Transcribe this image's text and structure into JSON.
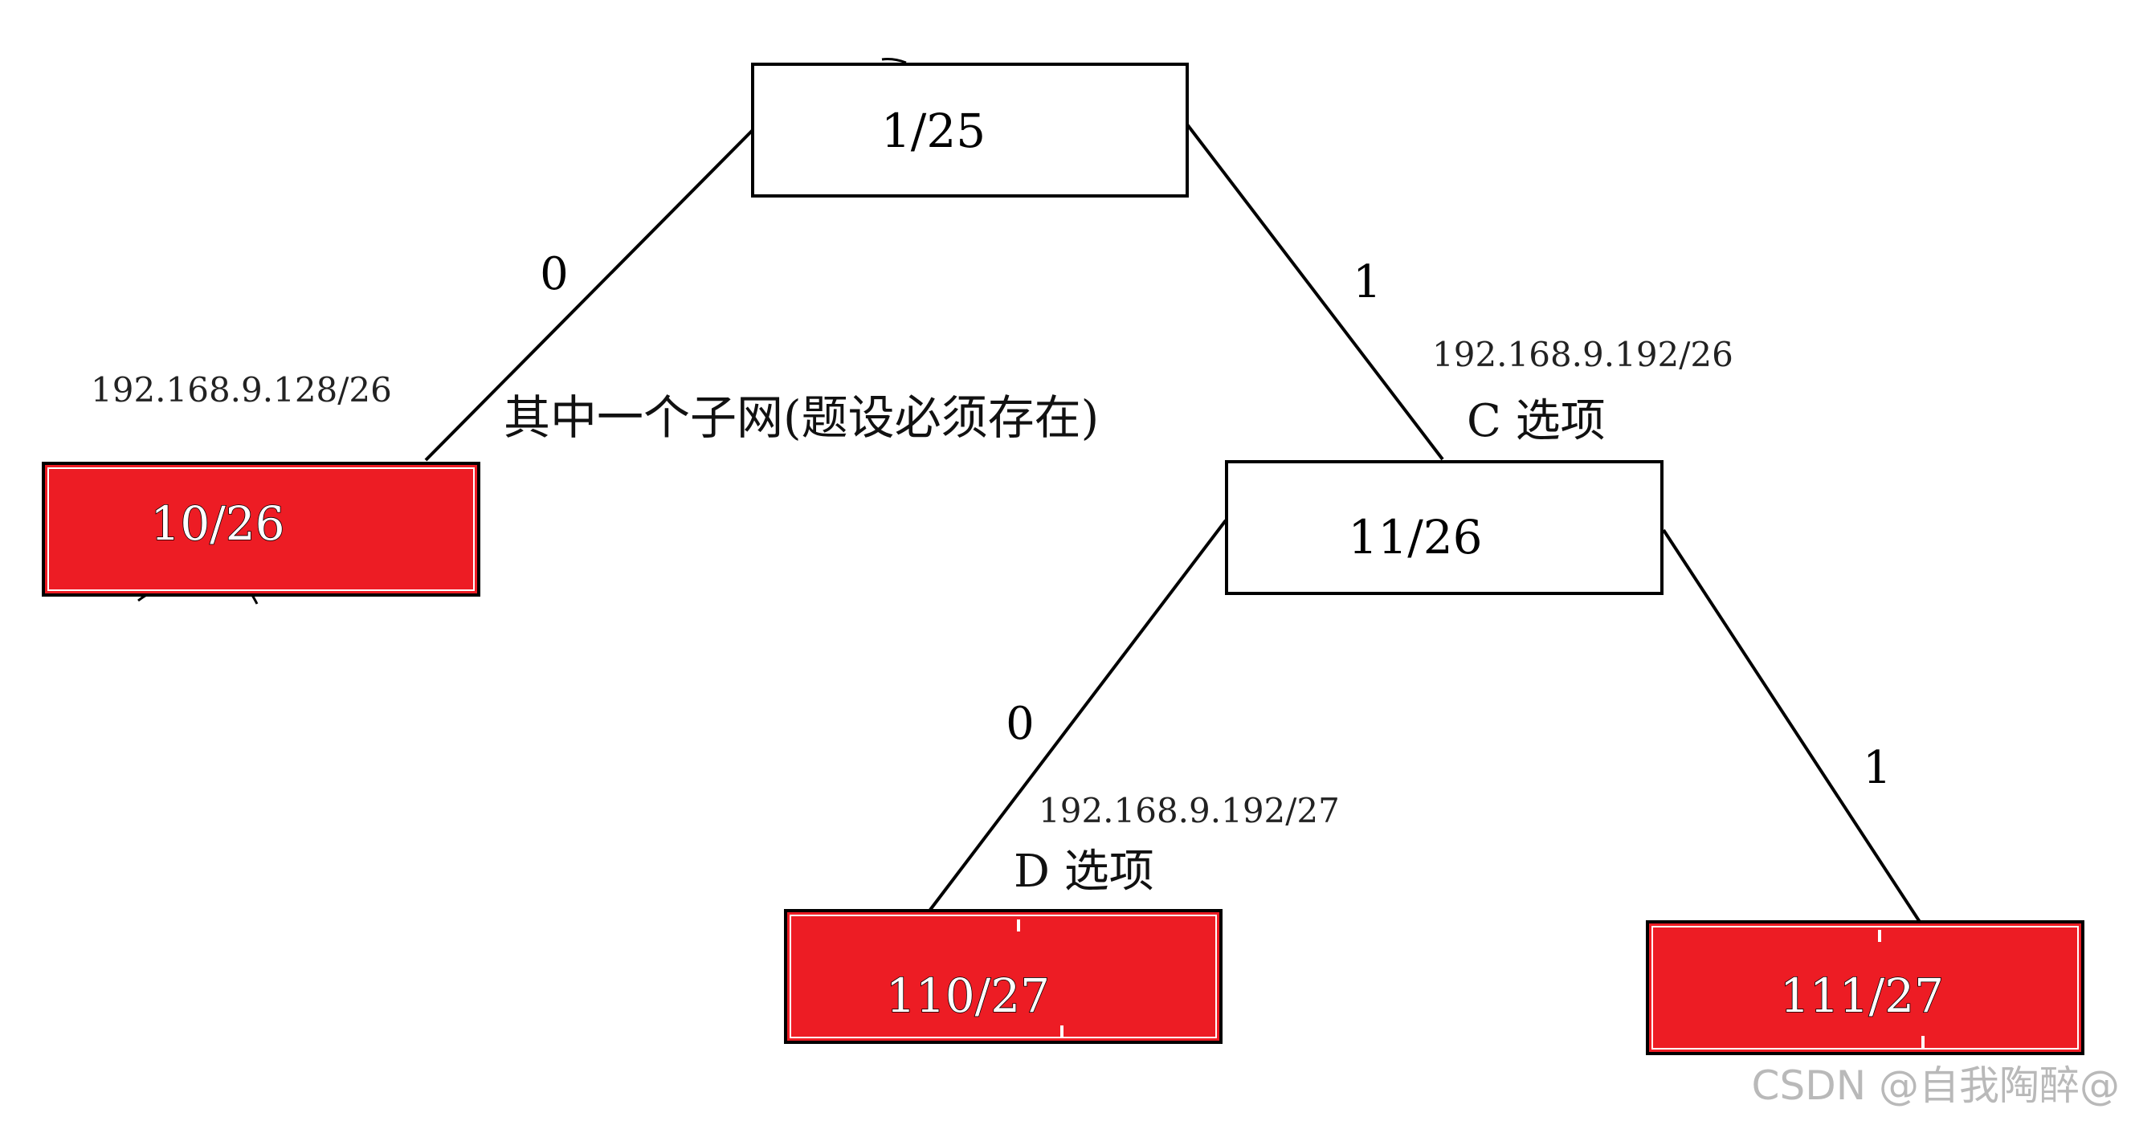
{
  "nodes": {
    "root": {
      "label": "1/25"
    },
    "left": {
      "label": "10/26",
      "address": "192.168.9.128/26",
      "note": "其中一个子网(题设必须存在)"
    },
    "right": {
      "label": "11/26",
      "address": "192.168.9.192/26",
      "option": "C 选项"
    },
    "right_left": {
      "label": "110/27",
      "address": "192.168.9.192/27",
      "option": "D 选项"
    },
    "right_right": {
      "label": "111/27"
    }
  },
  "edges": {
    "root_left": "0",
    "root_right": "1",
    "right_left": "0",
    "right_right": "1"
  },
  "colors": {
    "highlight_fill": "#ed1c24",
    "node_fill": "#ffffff",
    "stroke": "#000000"
  },
  "watermark": "CSDN @自我陶醉@"
}
